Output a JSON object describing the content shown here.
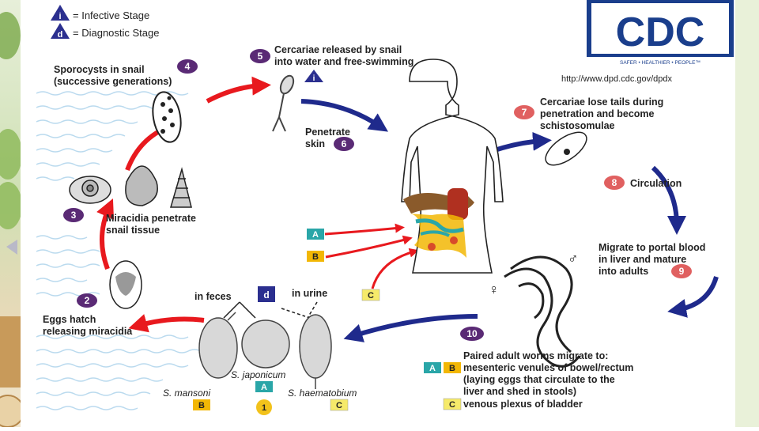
{
  "legend": {
    "infective_symbol": "i",
    "infective_text": "= Infective Stage",
    "diagnostic_symbol": "d",
    "diagnostic_text": "= Diagnostic Stage"
  },
  "logo": {
    "text": "CDC",
    "tagline": "SAFER • HEALTHIER • PEOPLE™",
    "url": "http://www.dpd.cdc.gov/dpdx"
  },
  "steps": [
    {
      "num": "1",
      "lines": []
    },
    {
      "num": "2",
      "lines": [
        "Eggs hatch",
        "releasing miracidia"
      ]
    },
    {
      "num": "3",
      "lines": [
        "Miracidia penetrate",
        "snail tissue"
      ]
    },
    {
      "num": "4",
      "lines": [
        "Sporocysts in snail",
        "(successive generations)"
      ]
    },
    {
      "num": "5",
      "lines": [
        "Cercariae released by snail",
        "into water and free-swimming"
      ]
    },
    {
      "num": "6",
      "lines": [
        "Penetrate",
        "skin"
      ]
    },
    {
      "num": "7",
      "lines": [
        "Cercariae lose tails during",
        "penetration and become",
        "schistosomulae"
      ]
    },
    {
      "num": "8",
      "lines": [
        "Circulation"
      ]
    },
    {
      "num": "9",
      "lines": [
        "Migrate to portal blood",
        "in liver and mature",
        "into adults"
      ]
    },
    {
      "num": "10",
      "lines": [
        "Paired adult worms migrate to:"
      ]
    }
  ],
  "eggs": {
    "in_feces": "in feces",
    "in_urine": "in urine",
    "diag_symbol": "d",
    "s_mansoni": "S. mansoni",
    "s_japonicum": "S. japonicum",
    "s_haematobium": "S. haematobium",
    "tag_mansoni": "B",
    "tag_japonicum": "A",
    "tag_haematobium": "C"
  },
  "sites": {
    "A": "A",
    "B": "B",
    "C": "C"
  },
  "migration": {
    "ab_tag_1": "A",
    "ab_tag_2": "B",
    "ab_line1": "mesenteric venules of bowel/rectum",
    "ab_line2": "(laying eggs that circulate to the",
    "ab_line3": "liver and shed in stools)",
    "c_tag": "C",
    "c_line": "venous plexus of bladder"
  },
  "worm_symbols": {
    "male": "♂",
    "female": "♀"
  },
  "colors": {
    "step_badge": "#5a2a75",
    "step_badge_alt": "#e06060",
    "red_arrow": "#e8191e",
    "blue_arrow": "#1f2a8c",
    "tag_a": "#2aa6a8",
    "tag_b": "#f2b705",
    "tag_c": "#f6ea6a",
    "legend_symbol": "#2b2f8f",
    "cdc_blue": "#1a3e8c"
  }
}
